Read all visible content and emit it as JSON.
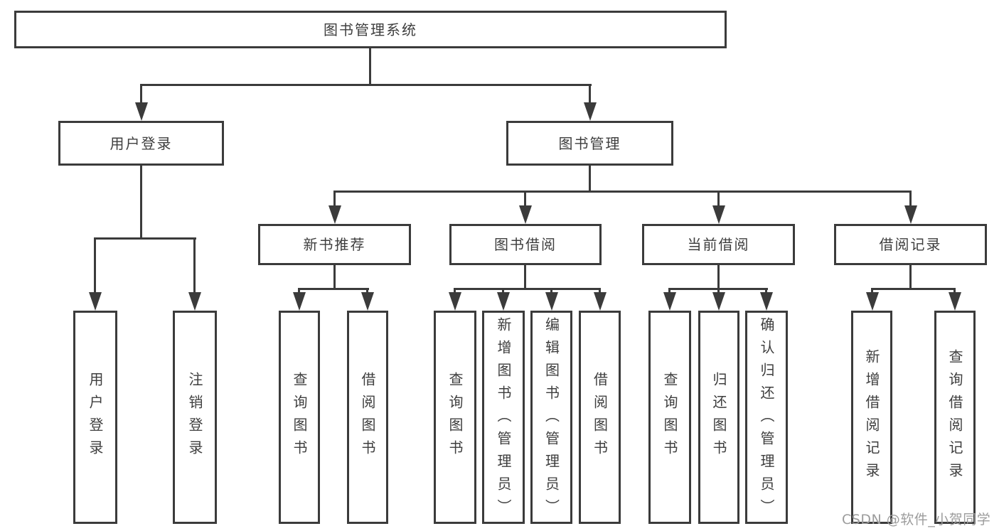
{
  "diagram": {
    "type": "hierarchy-tree",
    "title": "图书管理系统",
    "line_color": "#3b3b3b",
    "box_fill": "#ffffff",
    "text_color": "#3e3e3e",
    "nodes": {
      "root": {
        "label": "图书管理系统"
      },
      "user_login": {
        "label": "用户登录"
      },
      "book_mgmt": {
        "label": "图书管理"
      },
      "new_book_rec": {
        "label": "新书推荐"
      },
      "book_borrow": {
        "label": "图书借阅"
      },
      "current_borrow": {
        "label": "当前借阅"
      },
      "borrow_records": {
        "label": "借阅记录"
      },
      "ul_user_login": {
        "label": "用户登录"
      },
      "ul_logout": {
        "label": "注销登录"
      },
      "nr_query_book": {
        "label": "查询图书"
      },
      "nr_borrow_book": {
        "label": "借阅图书"
      },
      "bb_query_book": {
        "label": "查询图书"
      },
      "bb_add_book": {
        "label": "新增图书（管理员）"
      },
      "bb_edit_book": {
        "label": "编辑图书（管理员）"
      },
      "bb_borrow_book": {
        "label": "借阅图书"
      },
      "cb_query_book": {
        "label": "查询图书"
      },
      "cb_return_book": {
        "label": "归还图书"
      },
      "cb_confirm_return": {
        "label": "确认归还（管理员）"
      },
      "br_add_record": {
        "label": "新增借阅记录"
      },
      "br_query_record": {
        "label": "查询借阅记录"
      }
    },
    "edges": [
      {
        "from": "图书管理系统",
        "to": "用户登录"
      },
      {
        "from": "图书管理系统",
        "to": "图书管理"
      },
      {
        "from": "用户登录",
        "to": "用户登录"
      },
      {
        "from": "用户登录",
        "to": "注销登录"
      },
      {
        "from": "图书管理",
        "to": "新书推荐"
      },
      {
        "from": "图书管理",
        "to": "图书借阅"
      },
      {
        "from": "图书管理",
        "to": "当前借阅"
      },
      {
        "from": "图书管理",
        "to": "借阅记录"
      },
      {
        "from": "新书推荐",
        "to": "查询图书"
      },
      {
        "from": "新书推荐",
        "to": "借阅图书"
      },
      {
        "from": "图书借阅",
        "to": "查询图书"
      },
      {
        "from": "图书借阅",
        "to": "新增图书（管理员）"
      },
      {
        "from": "图书借阅",
        "to": "编辑图书（管理员）"
      },
      {
        "from": "图书借阅",
        "to": "借阅图书"
      },
      {
        "from": "当前借阅",
        "to": "查询图书"
      },
      {
        "from": "当前借阅",
        "to": "归还图书"
      },
      {
        "from": "当前借阅",
        "to": "确认归还（管理员）"
      },
      {
        "from": "借阅记录",
        "to": "新增借阅记录"
      },
      {
        "from": "借阅记录",
        "to": "查询借阅记录"
      }
    ]
  },
  "watermark": {
    "text": "CSDN @软件_小贺同学"
  }
}
